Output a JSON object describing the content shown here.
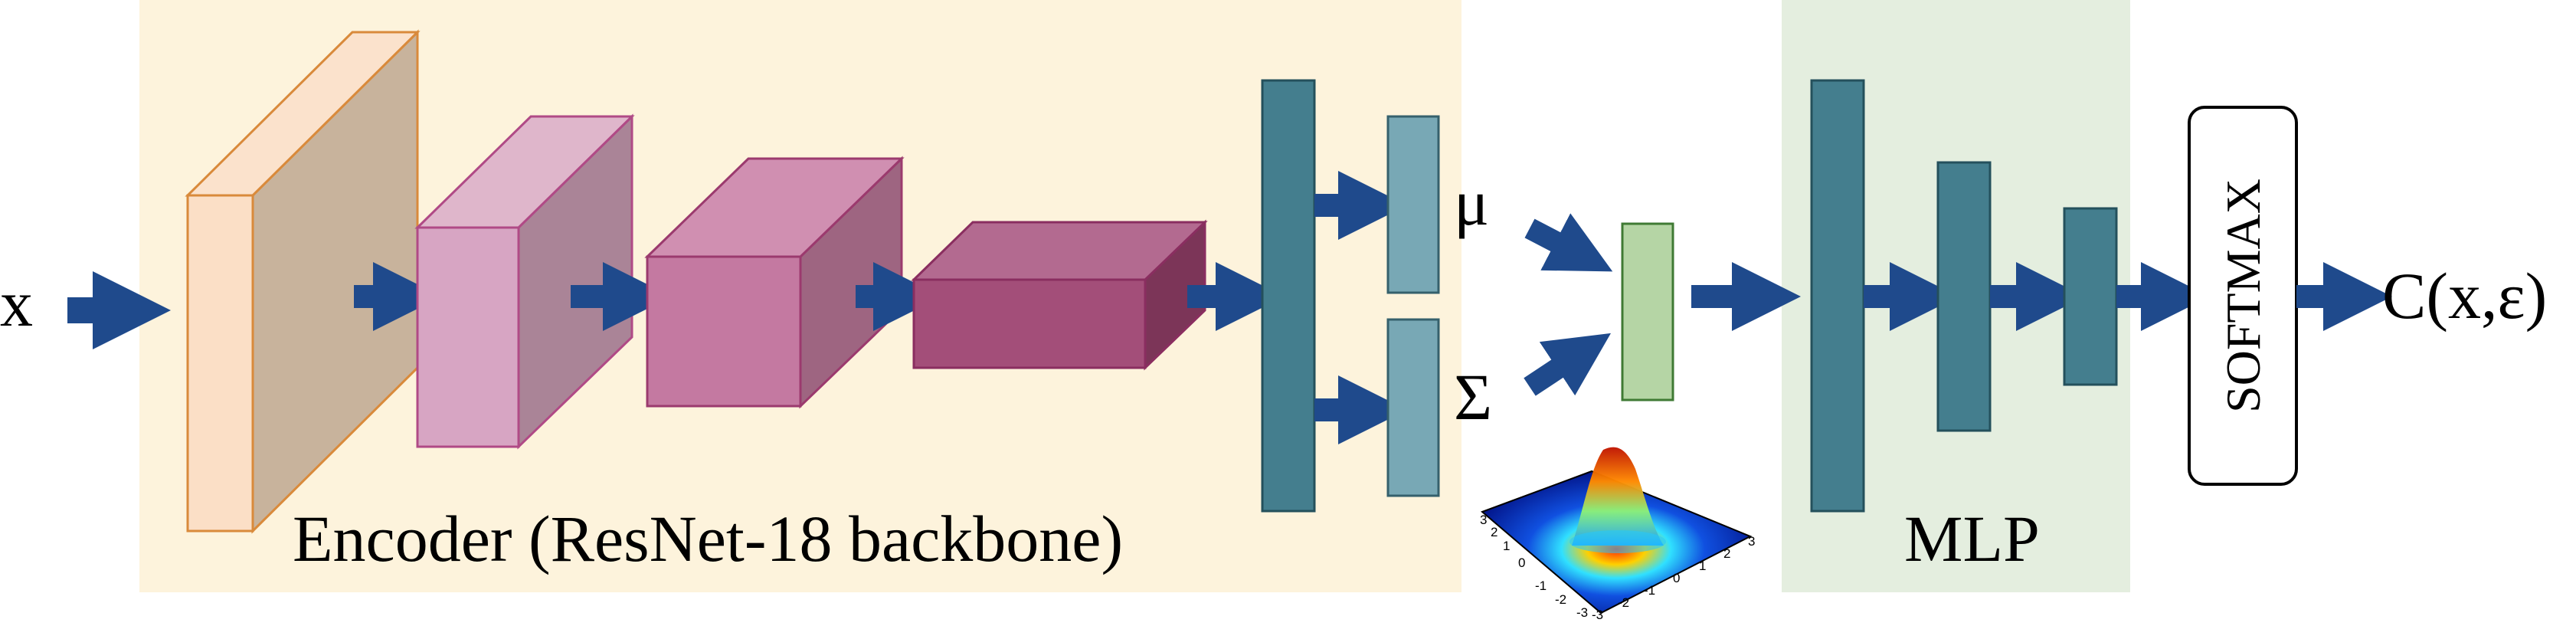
{
  "input_label": "x",
  "encoder": {
    "caption": "Encoder (ResNet-18 backbone)",
    "panel_color": "#fdf3dc"
  },
  "latent": {
    "mu_label": "μ",
    "sigma_label": "Σ"
  },
  "gaussian_plot": {
    "x_ticks": [
      "-3",
      "-2",
      "-1",
      "0",
      "1",
      "2",
      "3"
    ],
    "y_ticks": [
      "-3",
      "-2",
      "-1",
      "0",
      "1",
      "2",
      "3"
    ]
  },
  "mlp": {
    "caption": "MLP",
    "panel_color": "#e4eedf"
  },
  "softmax_label": "SOFTMAX",
  "output_label": "C(x,ε)",
  "colors": {
    "arrow": "#1f4a8c",
    "dense_layer": "#447e8e",
    "latent_box": "#78a8b5",
    "sample_box": "#b5d5a5",
    "conv1_front": "#fbdfc6",
    "conv1_side": "#c8b39c",
    "conv2": "#d7a5c3",
    "conv3": "#c479a1",
    "conv4": "#a34e79"
  }
}
